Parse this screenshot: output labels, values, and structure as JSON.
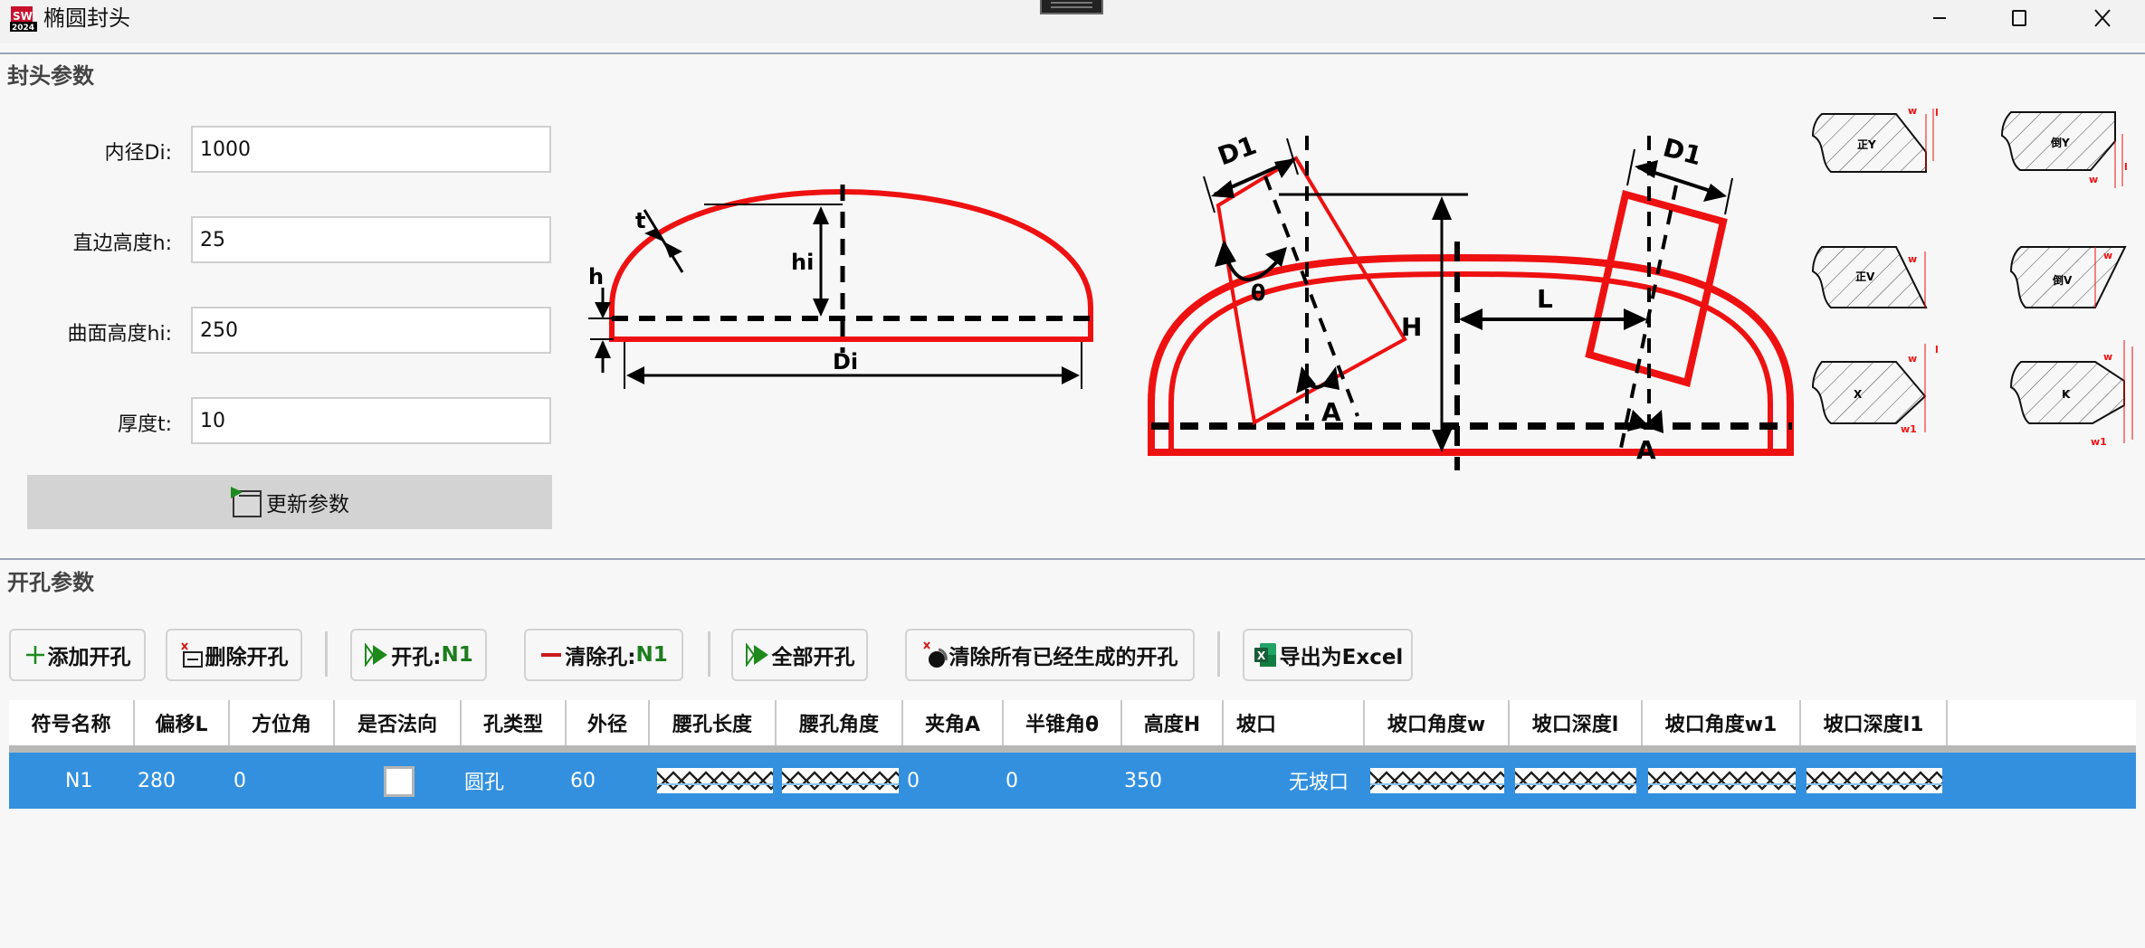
{
  "window": {
    "title": "椭圆封头",
    "app_icon": "solidworks-2024-icon",
    "controls": {
      "minimize": "minimize-icon",
      "maximize": "maximize-icon",
      "close": "close-icon"
    }
  },
  "head_params": {
    "section_title": "封头参数",
    "fields": [
      {
        "label": "内径Di:",
        "value": "1000"
      },
      {
        "label": "直边高度h:",
        "value": "25"
      },
      {
        "label": "曲面高度hi:",
        "value": "250"
      },
      {
        "label": "厚度t:",
        "value": "10"
      }
    ],
    "update_button": "更新参数"
  },
  "diagrams": {
    "head_diagram": {
      "labels": {
        "t": "t",
        "h": "h",
        "hi": "hi",
        "Di": "Di"
      }
    },
    "nozzle_diagram": {
      "labels": {
        "D1_left": "D1",
        "D1_right": "D1",
        "theta": "θ",
        "H": "H",
        "L": "L",
        "A_left": "A",
        "A_right": "A"
      }
    },
    "bevel_types": [
      {
        "name": "正Y",
        "dims": [
          "w",
          "l"
        ]
      },
      {
        "name": "倒Y",
        "dims": [
          "w",
          "l"
        ]
      },
      {
        "name": "正V",
        "dims": [
          "w"
        ]
      },
      {
        "name": "倒V",
        "dims": [
          "w"
        ]
      },
      {
        "name": "X",
        "dims": [
          "w",
          "l",
          "w1"
        ]
      },
      {
        "name": "K",
        "dims": [
          "w",
          "w1"
        ]
      }
    ]
  },
  "hole_params": {
    "section_title": "开孔参数",
    "toolbar": {
      "add_hole": "添加开孔",
      "delete_hole": "删除开孔",
      "open_hole_prefix": "开孔: ",
      "open_hole_target": "N1",
      "clear_hole_prefix": "清除孔: ",
      "clear_hole_target": "N1",
      "open_all": "全部开孔",
      "clear_all": "清除所有已经生成的开孔",
      "export_excel": "导出为Excel"
    },
    "table": {
      "columns": [
        "符号名称",
        "偏移L",
        "方位角",
        "是否法向",
        "孔类型",
        "外径",
        "腰孔长度",
        "腰孔角度",
        "夹角A",
        "半锥角θ",
        "高度H",
        "坡口",
        "坡口角度w",
        "坡口深度l",
        "坡口角度w1",
        "坡口深度l1"
      ],
      "rows": [
        {
          "name": "N1",
          "offset_L": "280",
          "azimuth": "0",
          "is_normal": false,
          "hole_type": "圆孔",
          "outer_diameter": "60",
          "slot_length": "disabled",
          "slot_angle": "disabled",
          "angle_A": "0",
          "half_cone_angle": "0",
          "height_H": "350",
          "bevel": "无坡口",
          "bevel_angle_w": "disabled",
          "bevel_depth_l": "disabled",
          "bevel_angle_w1": "disabled",
          "bevel_depth_l1": "disabled",
          "selected": true
        }
      ]
    }
  },
  "colors": {
    "accent_red": "#ee1111",
    "selection_blue": "#3390df",
    "green_text": "#1e7d1e",
    "separator": "#9aa3b8"
  }
}
